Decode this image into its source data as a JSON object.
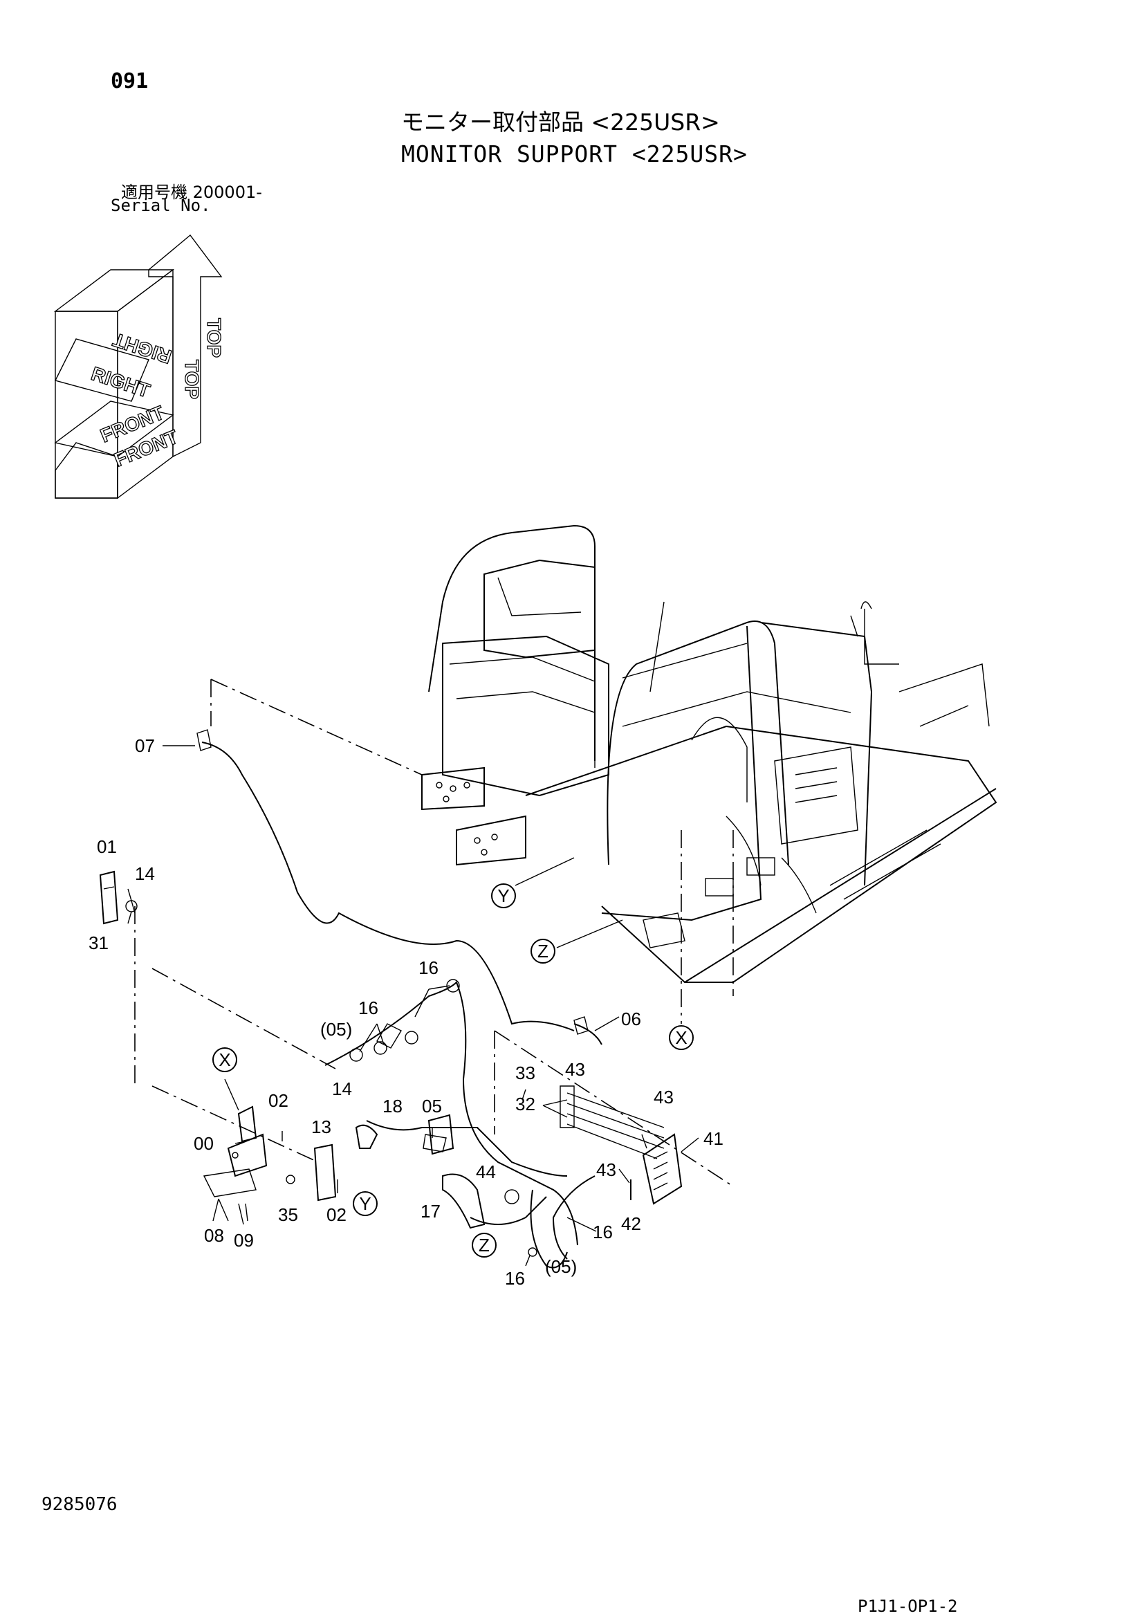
{
  "header": {
    "page_code": "091",
    "title_jp": "モニター取付部品 <225USR>",
    "title_en": "MONITOR SUPPORT <225USR>",
    "serial_label_jp": "適用号機  200001-",
    "serial_label_en": "Serial No."
  },
  "orientation": {
    "top": "TOP",
    "right": "RIGHT",
    "front": "FRONT"
  },
  "callouts": {
    "c07": "07",
    "c01": "01",
    "c14a": "14",
    "c31": "31",
    "c16a": "16",
    "c16b": "16",
    "c05a": "(05)",
    "c14b": "14",
    "cX1": "X",
    "c02a": "02",
    "c00": "00",
    "c13": "13",
    "c18": "18",
    "c05b": "05",
    "c35": "35",
    "c02b": "02",
    "c08": "08",
    "c09": "09",
    "c33": "33",
    "c43a": "43",
    "c32": "32",
    "c43b": "43",
    "c41": "41",
    "c43c": "43",
    "c44": "44",
    "c17": "17",
    "c16c": "16",
    "c42": "42",
    "c16d": "16",
    "c05c": "(05)",
    "c06": "06",
    "cY1": "Y",
    "cY2": "Y",
    "cZ1": "Z",
    "cZ2": "Z",
    "cX2": "X"
  },
  "footer": {
    "doc_number": "9285076",
    "sheet_code": "P1J1-OP1-2"
  }
}
